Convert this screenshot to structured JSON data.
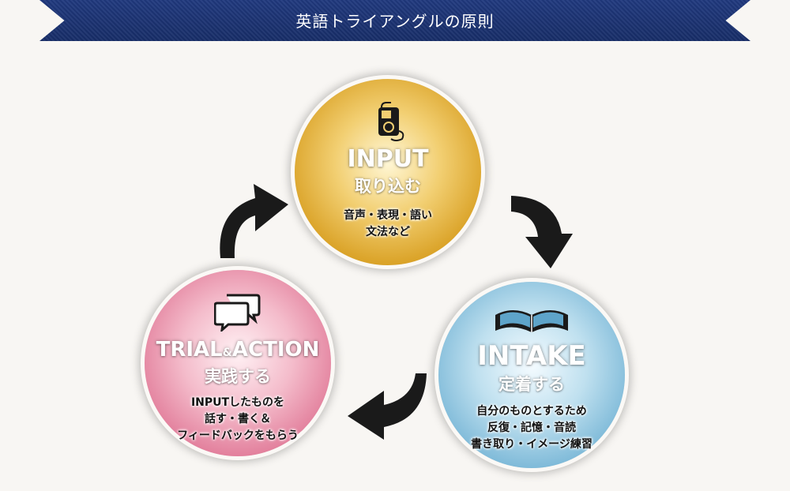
{
  "header": {
    "title": "英語トライアングルの原則"
  },
  "colors": {
    "banner": "#1c3474",
    "input": "#dba42a",
    "intake": "#7db9d8",
    "trial": "#e27e9b",
    "arrow": "#1a1a1a"
  },
  "nodes": {
    "input": {
      "title_en": "INPUT",
      "title_ja": "取り込む",
      "desc": [
        "音声・表現・語い",
        "文法など"
      ],
      "icon": "music-player-icon"
    },
    "intake": {
      "title_en": "INTAKE",
      "title_ja": "定着する",
      "desc": [
        "自分のものとするため",
        "反復・記憶・音読",
        "書き取り・イメージ練習"
      ],
      "icon": "open-book-icon"
    },
    "trial": {
      "title_en_1": "TRIAL",
      "title_amp": "&",
      "title_en_2": "ACTION",
      "title_ja": "実践する",
      "desc": [
        "INPUTしたものを",
        "話す・書く＆",
        "フィードバックをもらう"
      ],
      "icon": "speech-bubbles-icon"
    }
  }
}
